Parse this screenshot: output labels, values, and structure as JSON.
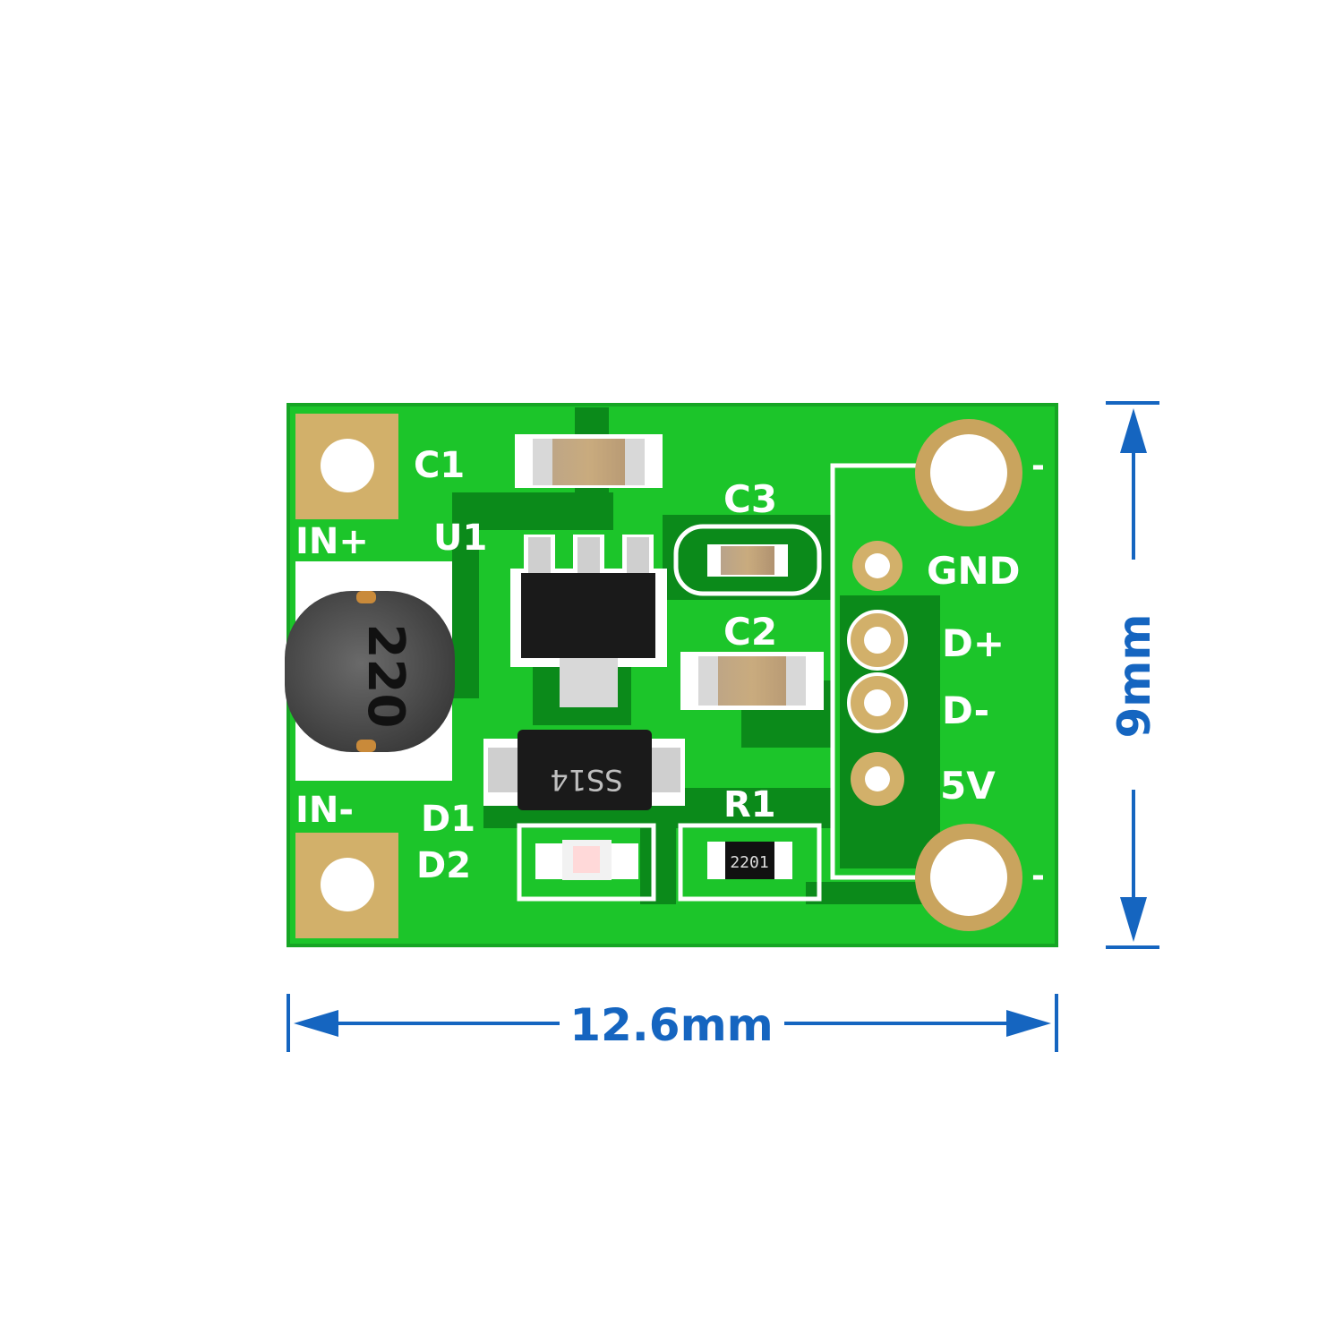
{
  "colors": {
    "board": "#1cc52a",
    "board_edge": "#16a524",
    "trace": "#0b8a1a",
    "copper": "#0a7a16",
    "silkscreen": "#ffffff",
    "pad_gold": "#d2b06a",
    "dimension_blue": "#1565c0"
  },
  "board": {
    "silkscreen": {
      "c1": "C1",
      "u1": "U1",
      "in_plus": "IN+",
      "in_minus": "IN-",
      "c3": "C3",
      "c2": "C2",
      "gnd": "GND",
      "d_plus": "D+",
      "d_minus": "D-",
      "five_v": "5V",
      "d1": "D1",
      "d2": "D2",
      "r1": "R1",
      "minus_top": "-",
      "minus_bottom": "-"
    },
    "components": {
      "inductor_marking": "220",
      "diode_marking": "SS14",
      "resistor_marking": "2201"
    }
  },
  "dimensions": {
    "width_label": "12.6mm",
    "height_label": "9mm"
  }
}
